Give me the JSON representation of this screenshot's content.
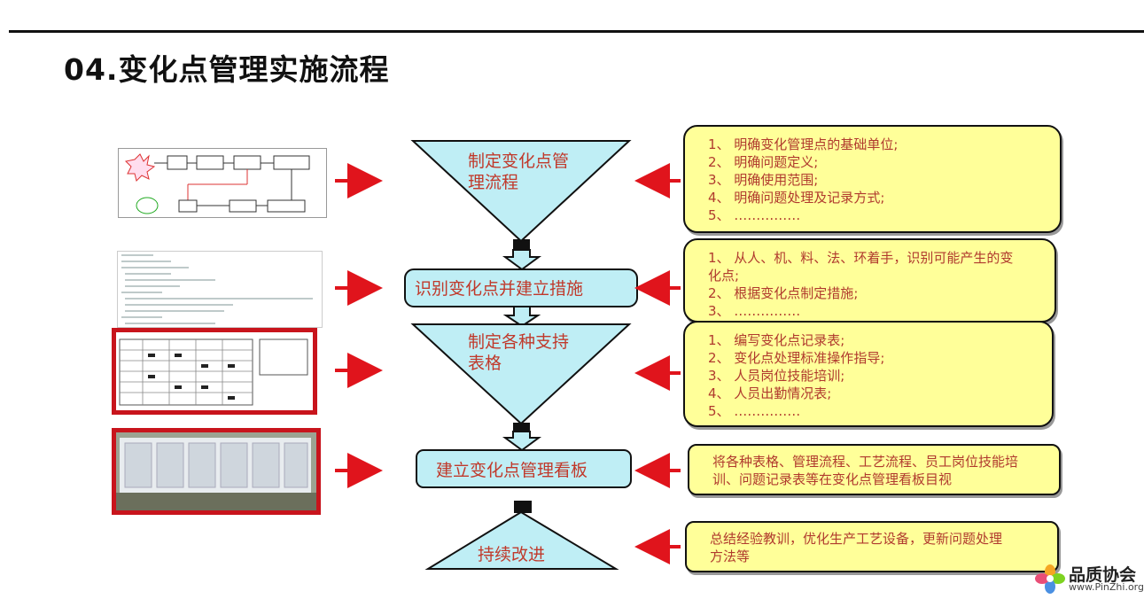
{
  "title": "04.变化点管理实施流程",
  "flow": {
    "step1": {
      "line1": "制定变化点管",
      "line2": "理流程"
    },
    "step2": {
      "label": "识别变化点并建立措施"
    },
    "step3": {
      "line1": "制定各种支持",
      "line2": "表格"
    },
    "step4": {
      "label": "建立变化点管理看板"
    },
    "step5": {
      "label": "持续改进"
    }
  },
  "notes": {
    "note1": [
      "1、 明确变化管理点的基础单位;",
      "2、 明确问题定义;",
      "3、 明确使用范围;",
      "4、 明确问题处理及记录方式;",
      "5、 ……………"
    ],
    "note2": [
      "1、 从人、机、料、法、环着手，识别可能产生的变",
      "化点;",
      "2、 根据变化点制定措施;",
      "3、 ……………"
    ],
    "note3": [
      "1、 编写变化点记录表;",
      "2、 变化点处理标准操作指导;",
      "3、 人员岗位技能培训;",
      "4、 人员出勤情况表;",
      "5、 ……………"
    ],
    "note4": [
      "将各种表格、管理流程、工艺流程、员工岗位技能培",
      "训、问题记录表等在变化点管理看板目视"
    ],
    "note5": [
      "总结经验教训，优化生产工艺设备，更新问题处理",
      "方法等"
    ]
  },
  "logo": {
    "name": "品质协会",
    "url": "www.PinZhi.org"
  },
  "colors": {
    "shape_fill": "#bfeef5",
    "note_fill": "#ffff99",
    "arrow": "#e0141c",
    "text_red": "#c0392b"
  }
}
